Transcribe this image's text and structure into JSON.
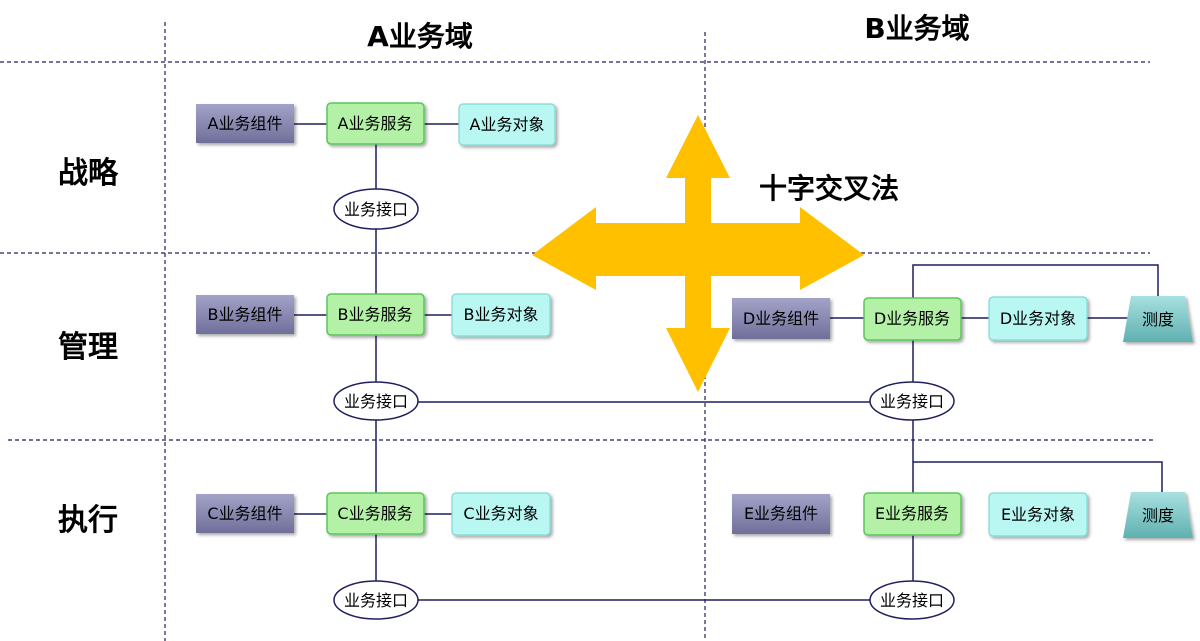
{
  "domains": {
    "a": "A业务域",
    "b": "B业务域"
  },
  "levels": {
    "strategy": "战略",
    "management": "管理",
    "execution": "执行"
  },
  "cross_title": "十字交叉法",
  "nodes": {
    "a_component": "A业务组件",
    "a_service": "A业务服务",
    "a_object": "A业务对象",
    "a_interface": "业务接口",
    "b_component": "B业务组件",
    "b_service": "B业务服务",
    "b_object": "B业务对象",
    "b_interface": "业务接口",
    "c_component": "C业务组件",
    "c_service": "C业务服务",
    "c_object": "C业务对象",
    "c_interface": "业务接口",
    "d_component": "D业务组件",
    "d_service": "D业务服务",
    "d_object": "D业务对象",
    "d_measure": "测度",
    "d_interface": "业务接口",
    "e_component": "E业务组件",
    "e_service": "E业务服务",
    "e_object": "E业务对象",
    "e_measure": "测度",
    "e_interface": "业务接口"
  },
  "colors": {
    "component": "#8a8ab0",
    "service": "#b3f2a6",
    "service_border": "#5cc45c",
    "object": "#b8f7f2",
    "object_border": "#7ed8d4",
    "measure": "#8ccfcf",
    "line": "#1f1f5e",
    "arrow": "#ffc000"
  }
}
